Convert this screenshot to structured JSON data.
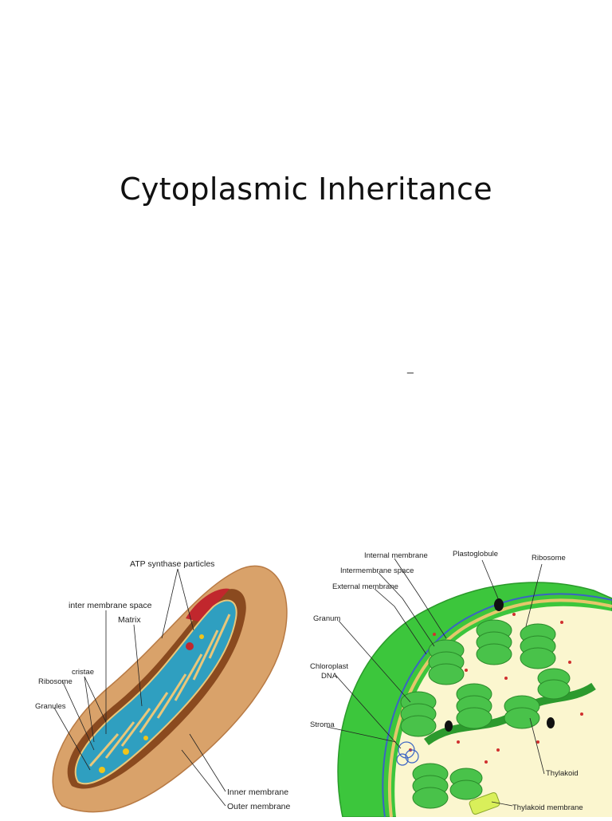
{
  "slide": {
    "title": "Cytoplasmic Inheritance",
    "mark": "_"
  },
  "mitochondrion": {
    "labels": {
      "atp": "ATP synthase particles",
      "inter": "inter membrane space",
      "matrix": "Matrix",
      "cristae": "cristae",
      "ribosome": "Ribosome",
      "granules": "Granules",
      "inner": "Inner membrane",
      "outer": "Outer membrane"
    },
    "colors": {
      "outer": "#d9a26a",
      "inner_wall": "#8a4a1f",
      "matrix": "#2f9fc0",
      "cut": "#c1272d"
    }
  },
  "chloroplast": {
    "labels": {
      "internal": "Internal membrane",
      "intermembrane": "Intermembrane space",
      "external": "External membrane",
      "granum": "Granum",
      "dna1": "Chloroplast",
      "dna2": "DNA",
      "stroma": "Stroma",
      "plastoglobule": "Plastoglobule",
      "ribosome": "Ribosome",
      "thylakoid": "Thylakoid",
      "thylakoid_membrane": "Thylakoid membrane"
    },
    "colors": {
      "outer": "#3cc63c",
      "stroma": "#fbf6cf",
      "granum": "#49c24a",
      "dot": "#d0302f"
    }
  }
}
